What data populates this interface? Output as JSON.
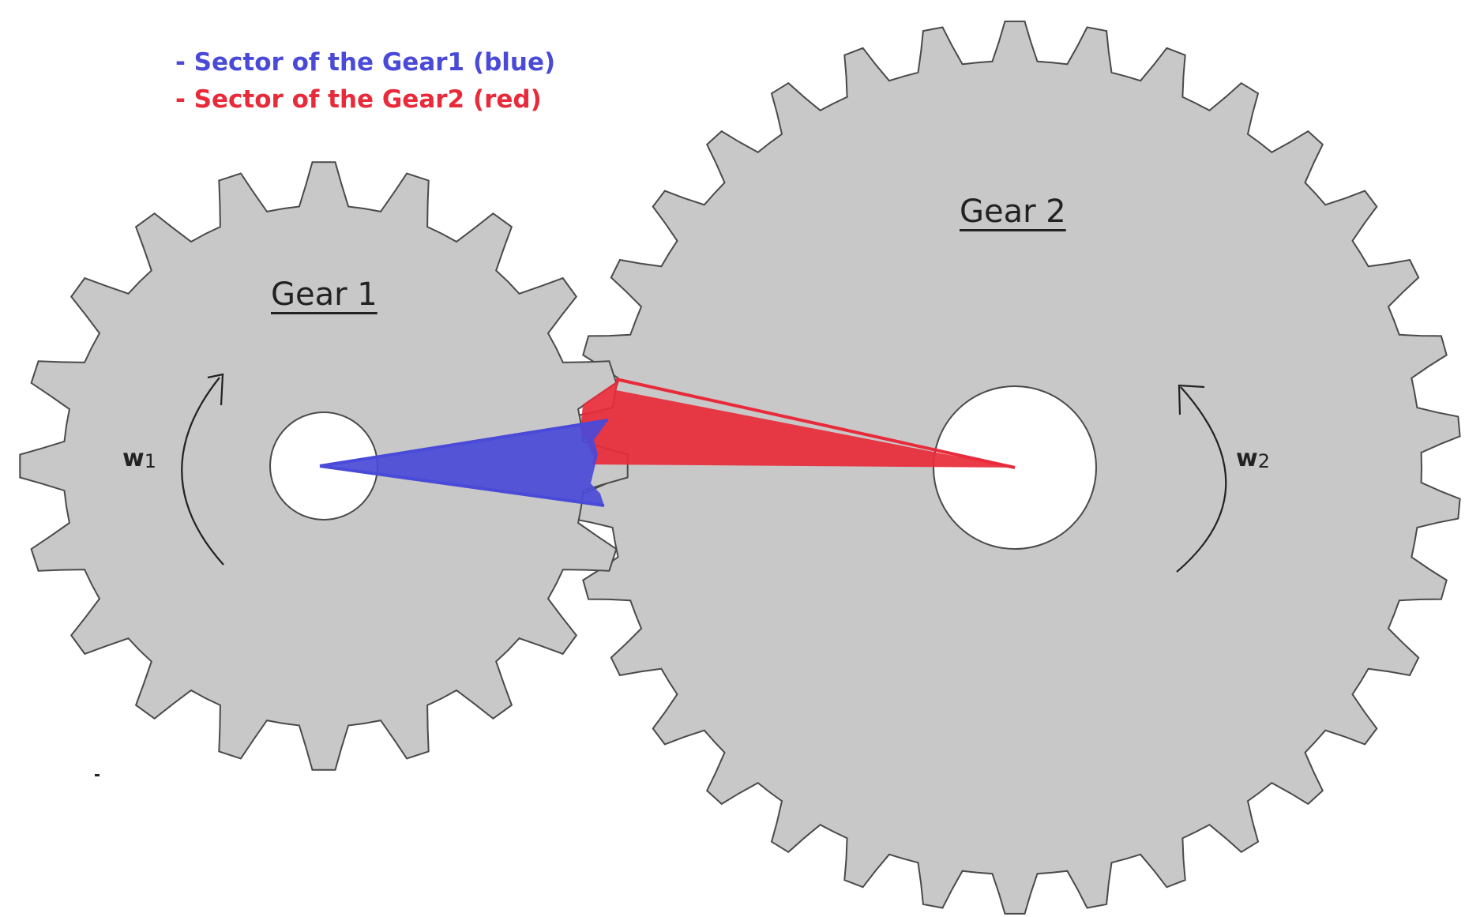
{
  "legend": {
    "items": [
      {
        "text": "- Sector of the Gear1  (blue)",
        "color": "#4a4ad8"
      },
      {
        "text": "- Sector of the Gear2 (red)",
        "color": "#e82a3a"
      }
    ]
  },
  "gear1": {
    "label": "Gear 1",
    "teeth": 20,
    "omega": {
      "symbol": "w",
      "subscript": "1"
    },
    "rotation_icon": "counterclockwise-arrow-icon"
  },
  "gear2": {
    "label": "Gear 2",
    "teeth": 34,
    "omega": {
      "symbol": "w",
      "subscript": "2"
    },
    "rotation_icon": "counterclockwise-arrow-icon"
  },
  "colors": {
    "gear_fill": "#c8c8c8",
    "gear_stroke": "#4a4a4a",
    "sector1": "#4a4ad8",
    "sector2": "#e82a3a",
    "arrow": "#222222"
  }
}
